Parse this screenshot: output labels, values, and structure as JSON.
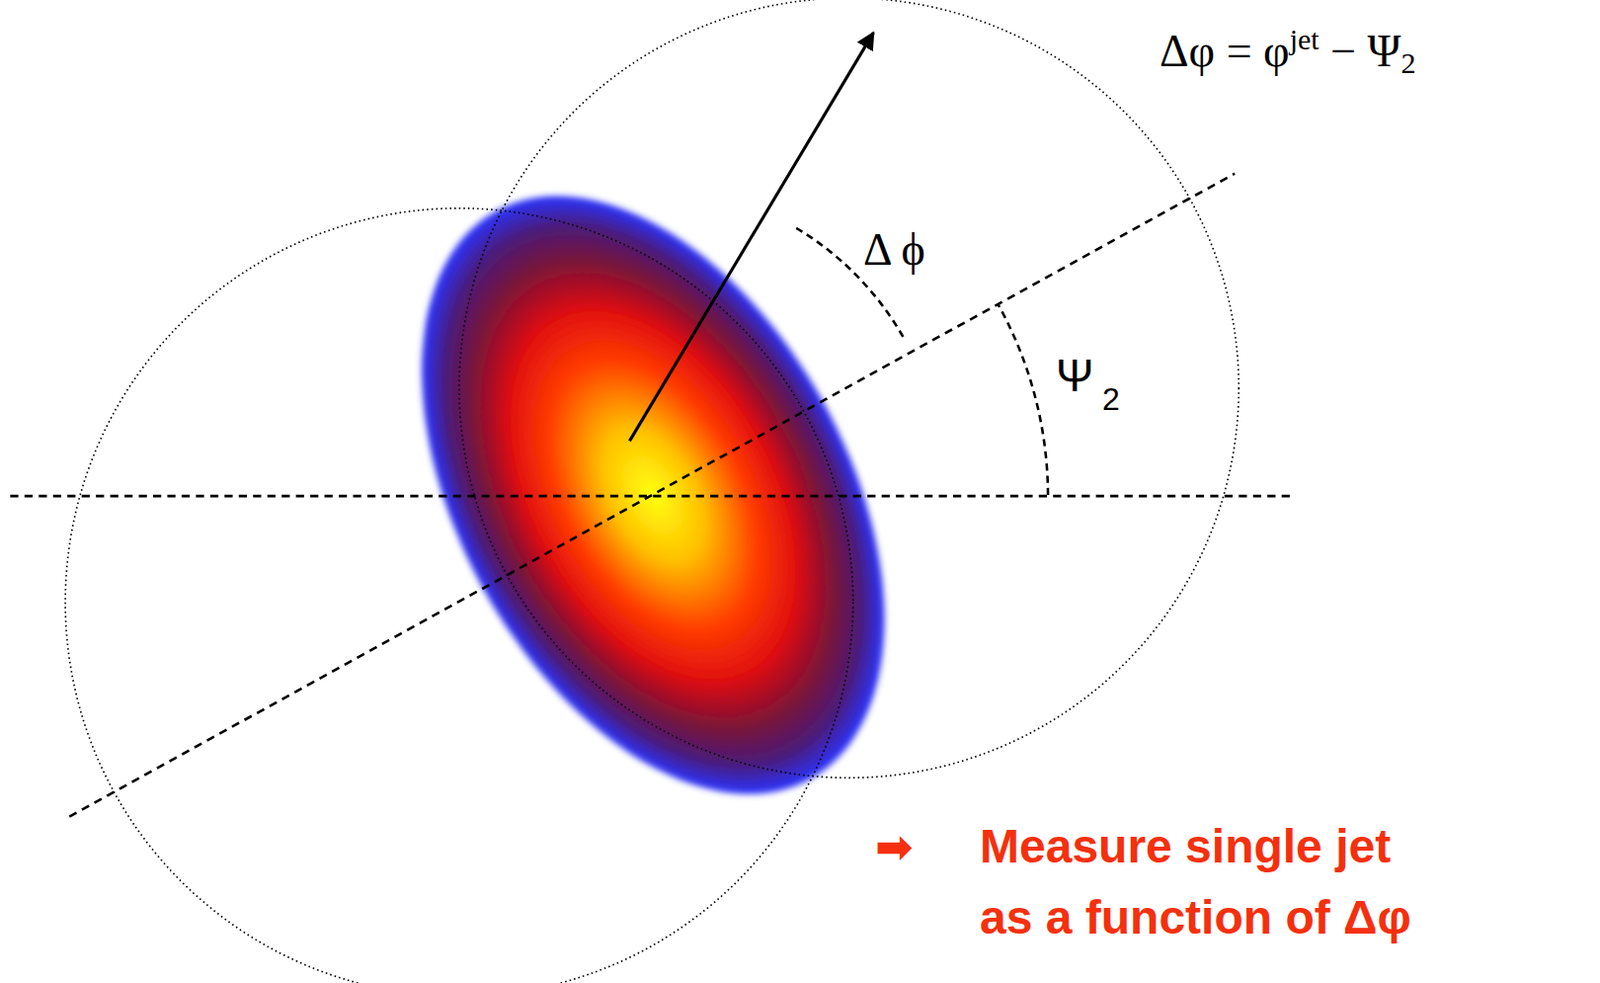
{
  "diagram": {
    "labels": [
      "Δφ = φ",
      "jet",
      " − Ψ",
      "2",
      "Δ ϕ",
      "Ψ",
      "2",
      "➡",
      "Measure single jet",
      "as a function of Δφ"
    ]
  }
}
